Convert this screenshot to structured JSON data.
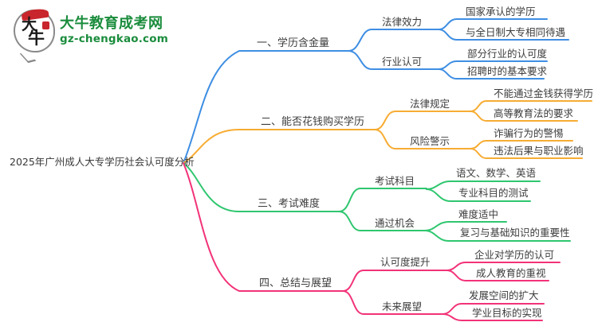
{
  "logo": {
    "title": "大牛教育成考网",
    "domain": "gz-chengkao.com",
    "bubble_char_top": "大",
    "bubble_char_bottom": "牛",
    "brand_color": "#1a8c3c",
    "seal_color": "#c9252c"
  },
  "root": {
    "label": "2025年广州成人大专学历社会认可度分析"
  },
  "branches": [
    {
      "label": "一、学历含金量",
      "color": "#3E8EE3",
      "children": [
        {
          "label": "法律效力",
          "children": [
            {
              "label": "国家承认的学历"
            },
            {
              "label": "与全日制大专相同待遇"
            }
          ]
        },
        {
          "label": "行业认可",
          "children": [
            {
              "label": "部分行业的认可度"
            },
            {
              "label": "招聘时的基本要求"
            }
          ]
        }
      ]
    },
    {
      "label": "二、能否花钱购买学历",
      "color": "#F7AC33",
      "children": [
        {
          "label": "法律规定",
          "children": [
            {
              "label": "不能通过金钱获得学历"
            },
            {
              "label": "高等教育法的要求"
            }
          ]
        },
        {
          "label": "风险警示",
          "children": [
            {
              "label": "诈骗行为的警惕"
            },
            {
              "label": "违法后果与职业影响"
            }
          ]
        }
      ]
    },
    {
      "label": "三、考试难度",
      "color": "#2FC66F",
      "children": [
        {
          "label": "考试科目",
          "children": [
            {
              "label": "语文、数学、英语"
            },
            {
              "label": "专业科目的测试"
            }
          ]
        },
        {
          "label": "通过机会",
          "children": [
            {
              "label": "难度适中"
            },
            {
              "label": "复习与基础知识的重要性"
            }
          ]
        }
      ]
    },
    {
      "label": "四、总结与展望",
      "color": "#F23278",
      "children": [
        {
          "label": "认可度提升",
          "children": [
            {
              "label": "企业对学历的认可"
            },
            {
              "label": "成人教育的重视"
            }
          ]
        },
        {
          "label": "未来展望",
          "children": [
            {
              "label": "发展空间的扩大"
            },
            {
              "label": "学业目标的实现"
            }
          ]
        }
      ]
    }
  ]
}
